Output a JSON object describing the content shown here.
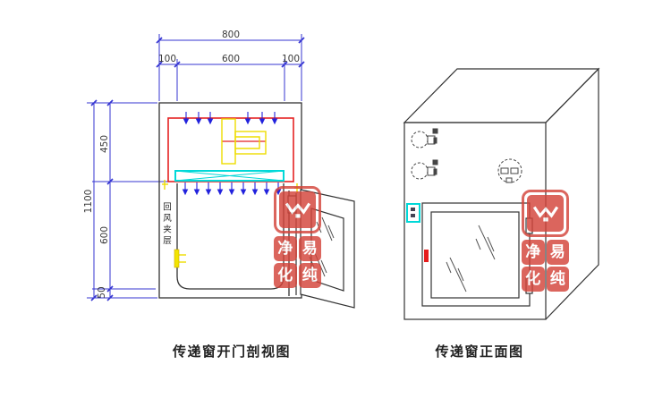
{
  "document": {
    "background": "#ffffff",
    "colors": {
      "dimension_blue": "#3636d2",
      "arrow_blue": "#2222dd",
      "section_red": "#e42222",
      "component_yellow": "#eedd00",
      "filter_cyan": "#00d8d8",
      "linework_dark": "#333333",
      "stamp_red": "#d4443a",
      "handle_red": "#e51c1c"
    }
  },
  "sectional_view": {
    "caption": "传递窗开门剖视图",
    "air_layer_label": "回风夹层",
    "dims": {
      "total_width": "800",
      "left_wall": "100",
      "inner_width": "600",
      "right_wall": "100",
      "total_height": "1100",
      "plenum_height": "450",
      "chamber_height": "600",
      "base_height": "50"
    }
  },
  "front_view": {
    "caption": "传递窗正面图"
  },
  "watermark": {
    "characters": [
      "净",
      "易",
      "化",
      "纯"
    ]
  }
}
